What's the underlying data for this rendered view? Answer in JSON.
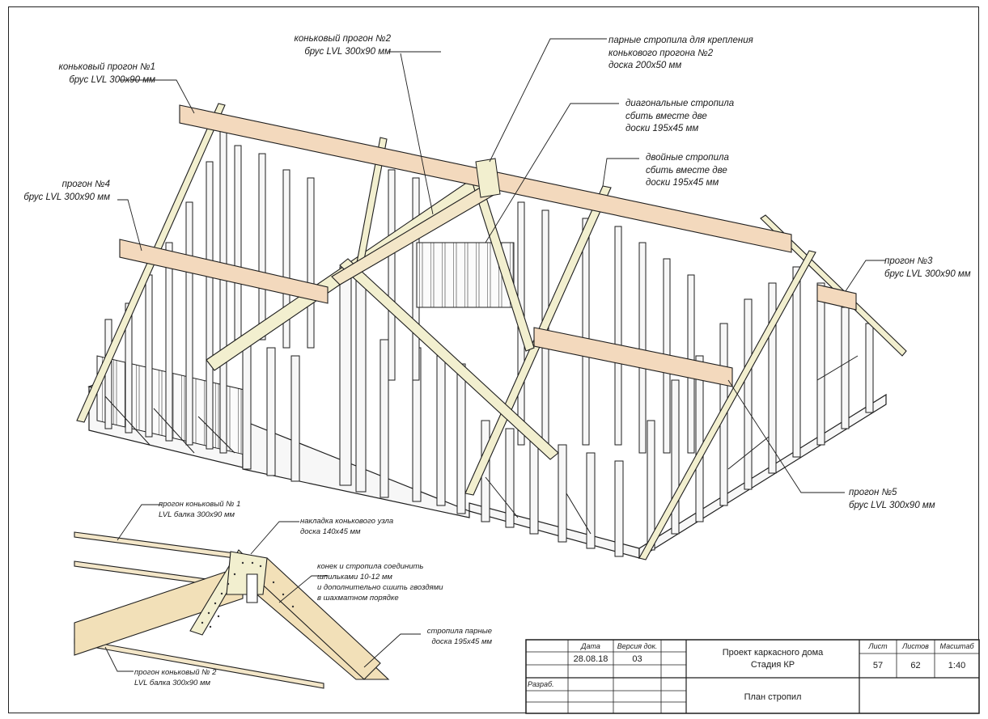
{
  "labels": {
    "ridge1_title": "коньковый прогон №1",
    "ridge1_spec": "брус LVL 300x90 мм",
    "ridge2_title": "коньковый прогон №2",
    "ridge2_spec": "брус LVL 300x90 мм",
    "pair_line1": "парные стропила для крепления",
    "pair_line2": "конькового прогона №2",
    "pair_line3": "доска 200x50 мм",
    "diag_line1": "диагональные стропила",
    "diag_line2": "сбить вместе две",
    "diag_line3": "доски 195x45 мм",
    "double_line1": "двойные стропила",
    "double_line2": "сбить вместе две",
    "double_line3": "доски 195x45 мм",
    "purlin4_title": "прогон №4",
    "purlin4_spec": "брус LVL 300x90 мм",
    "purlin3_title": "прогон №3",
    "purlin3_spec": "брус LVL 300x90 мм",
    "purlin5_title": "прогон №5",
    "purlin5_spec": "брус LVL 300x90 мм"
  },
  "detail": {
    "ridge1_line1": "прогон коньковый № 1",
    "ridge1_line2": "LVL балка 300x90 мм",
    "plate_line1": "накладка конькового узла",
    "plate_line2": "доска 140x45 мм",
    "join_line1": "конек и стропила соединить",
    "join_line2": "шпильками 10-12 мм",
    "join_line3": "и дополнительно сшить гвоздями",
    "join_line4": "в шахматном порядке",
    "rafters_line1": "стропила парные",
    "rafters_line2": "доска 195x45 мм",
    "ridge2_line1": "прогон коньковый № 2",
    "ridge2_line2": "LVL балка 300x90 мм"
  },
  "title_block": {
    "date_label": "Дата",
    "version_label": "Версия док.",
    "date_value": "28.08.18",
    "version_value": "03",
    "developer_label": "Разраб.",
    "project_line1": "Проект каркасного дома",
    "project_line2": "Стадия КР",
    "sheet_label": "Лист",
    "sheets_label": "Листов",
    "scale_label": "Масштаб",
    "sheet_value": "57",
    "sheets_value": "62",
    "scale_value": "1:40",
    "drawing_name": "План стропил"
  },
  "colors": {
    "lvl_beam": "#f3d9bd",
    "rafter": "#f2efcf",
    "stud": "#f7f7f7",
    "line": "#1e1e1e"
  }
}
